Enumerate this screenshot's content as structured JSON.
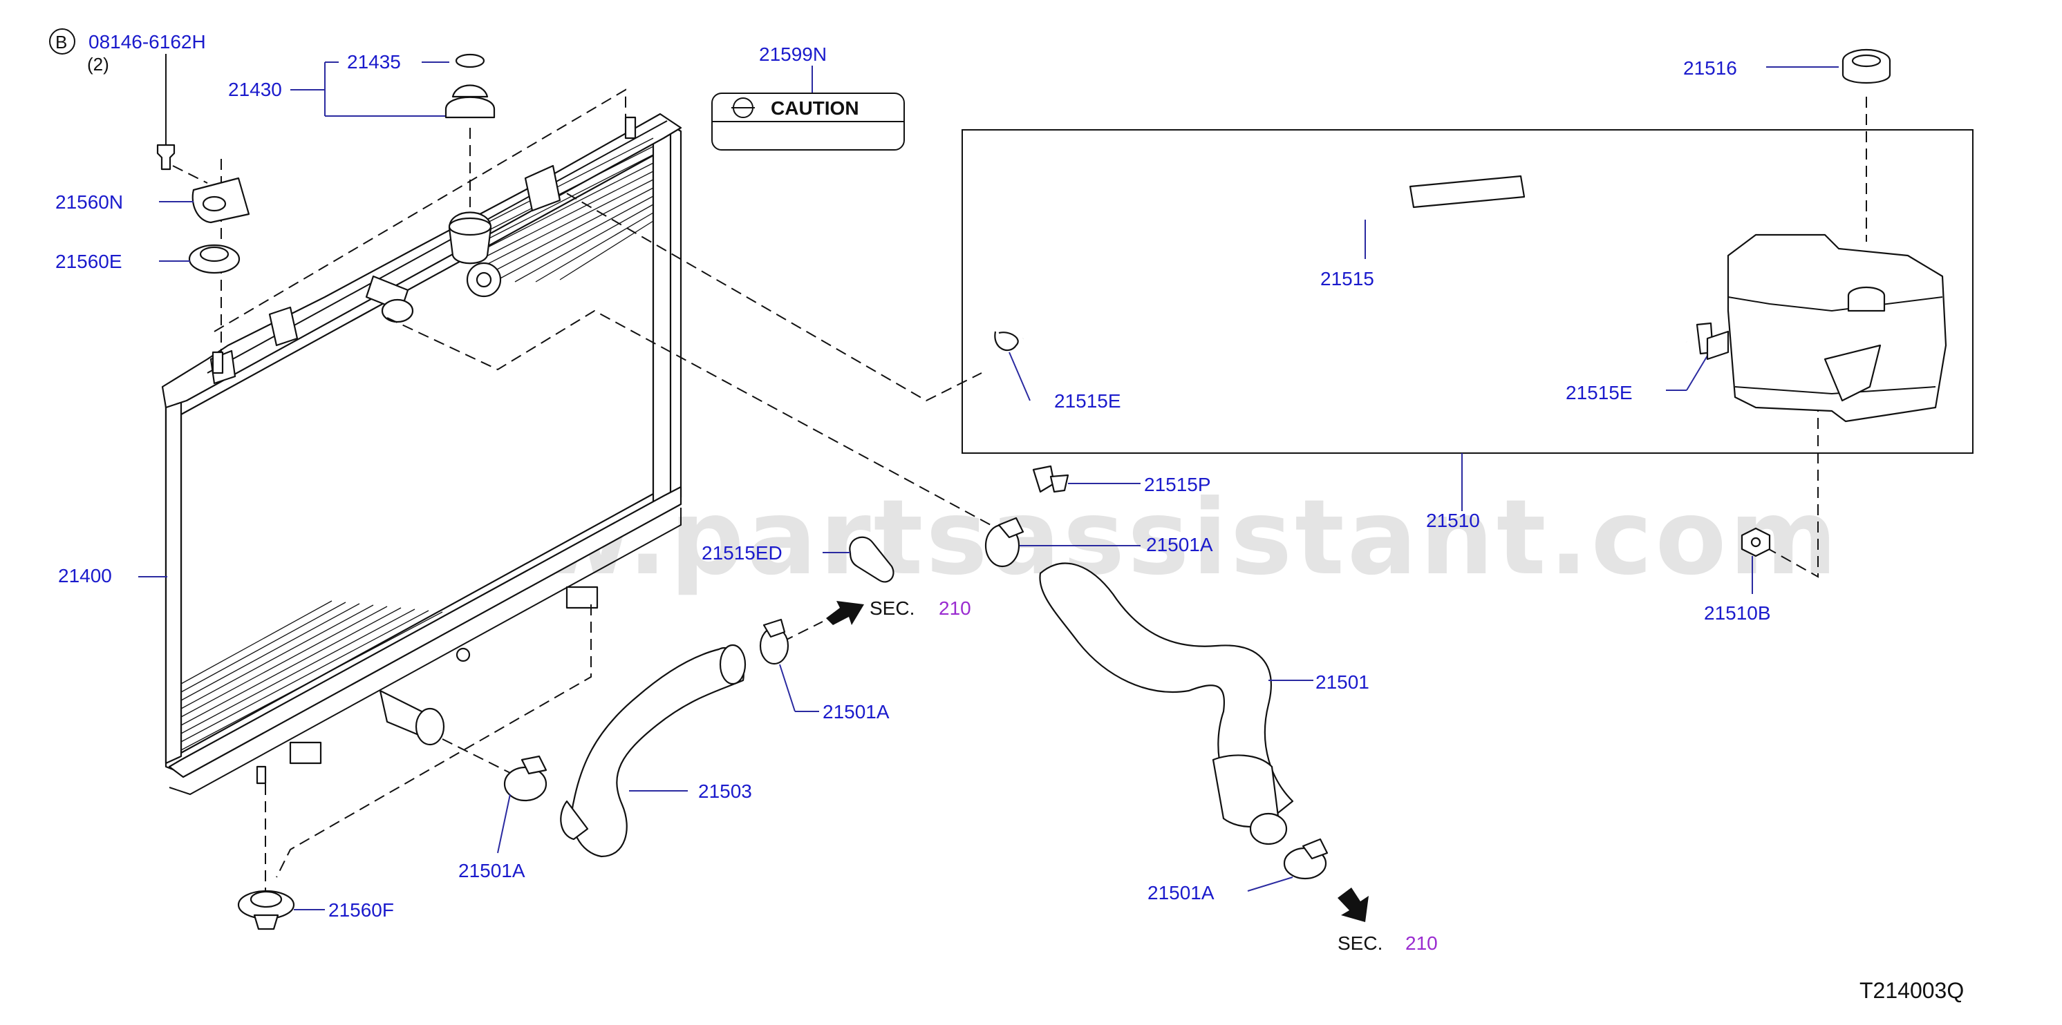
{
  "watermark": "www.partsassistant.com",
  "diagram_code": "T214003Q",
  "bolt_marker": "B",
  "bolt_part": "08146-6162H",
  "bolt_qty": "(2)",
  "caution_text": "CAUTION",
  "sec_text": "SEC.",
  "sec_number": "210",
  "labels": {
    "p21435": "21435",
    "p21430": "21430",
    "p21599N": "21599N",
    "p21516": "21516",
    "p21560N": "21560N",
    "p21560E": "21560E",
    "p21515": "21515",
    "p21515E_left": "21515E",
    "p21515E_right": "21515E",
    "p21515P": "21515P",
    "p21510": "21510",
    "p21400": "21400",
    "p21515ED": "21515ED",
    "p21501A_top": "21501A",
    "p21510B": "21510B",
    "p21501A_mid": "21501A",
    "p21501": "21501",
    "p21503": "21503",
    "p21501A_bottom_left": "21501A",
    "p21501A_bottom_right": "21501A",
    "p21560F": "21560F"
  }
}
